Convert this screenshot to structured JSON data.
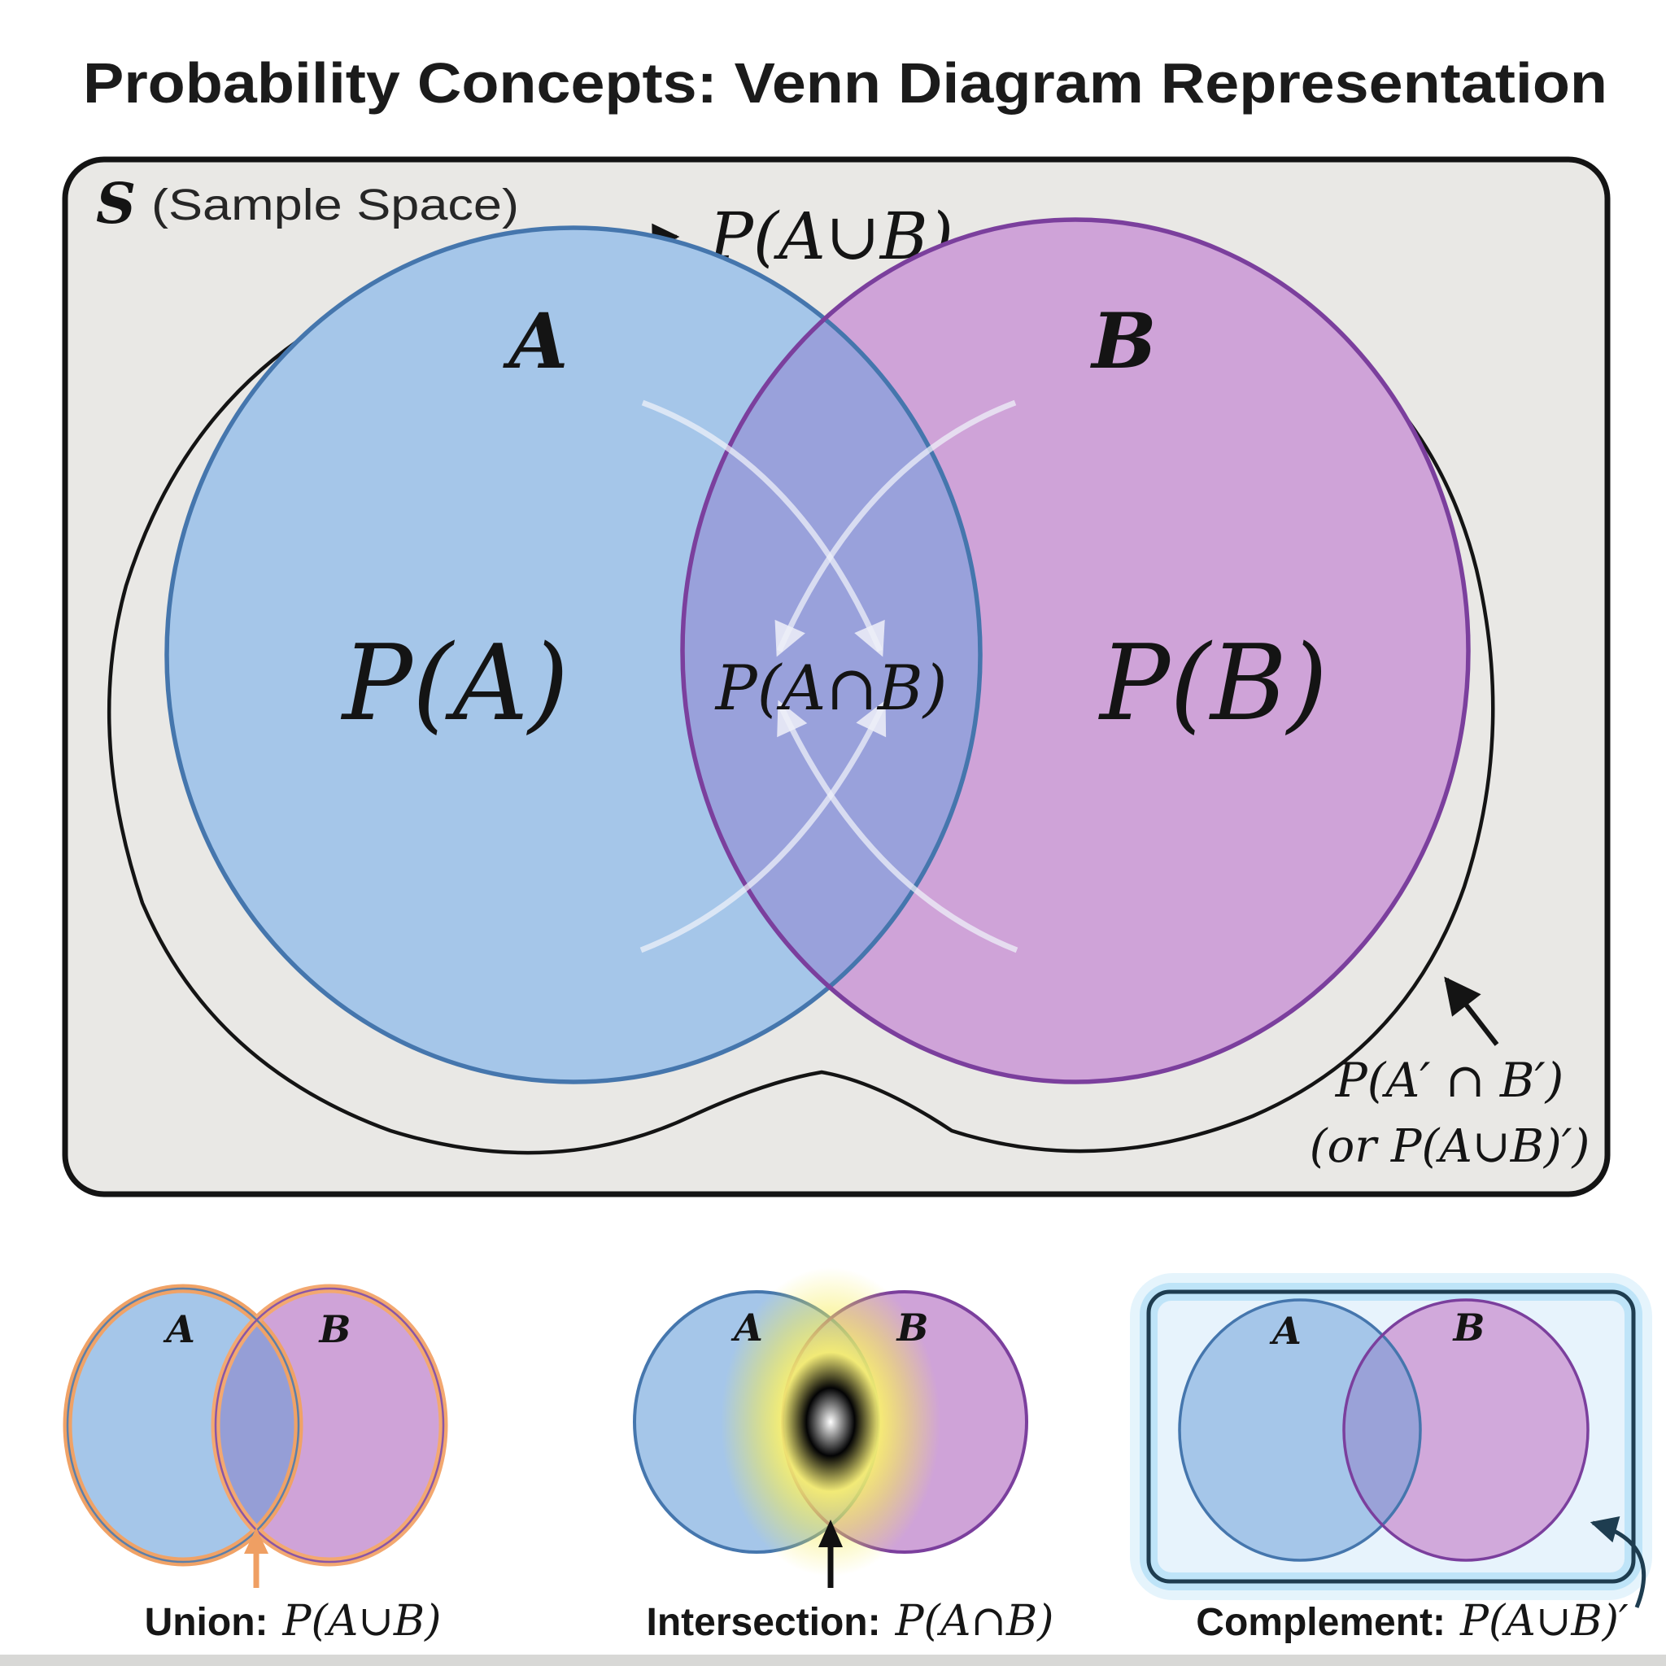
{
  "title": "Probability Concepts: Venn Diagram Representation",
  "main": {
    "sample_space_symbol": "S",
    "sample_space_caption": "(Sample Space)",
    "union_annotation": "P(A∪B)",
    "set_a": "A",
    "set_b": "B",
    "prob_a": "P(A)",
    "prob_a_and_b": "P(A∩B)",
    "prob_b": "P(B)",
    "complement_line1": "P(A′ ∩ B′)",
    "complement_line2": "(or P(A∪B)′)"
  },
  "minis": {
    "union": {
      "set_a": "A",
      "set_b": "B",
      "label": "Union:",
      "formula": "P(A∪B)"
    },
    "intersection": {
      "set_a": "A",
      "set_b": "B",
      "label": "Intersection:",
      "formula": "P(A∩B)"
    },
    "complement": {
      "set_a": "A",
      "set_b": "B",
      "label": "Complement:",
      "formula": "P(A∪B)′"
    }
  },
  "colors": {
    "set_a_fill": "#a5c6e9",
    "set_a_stroke": "#4576ad",
    "set_b_fill": "#cfa3d8",
    "set_b_stroke": "#7b3f9d",
    "overlap_fill": "#99a1db",
    "sample_space_fill": "#e9e8e5",
    "outline": "#141414",
    "union_highlight": "#f0a266",
    "intersection_glow": "#f6ee52",
    "complement_glow": "#a9dcf6",
    "complement_border": "#1e3d50"
  }
}
